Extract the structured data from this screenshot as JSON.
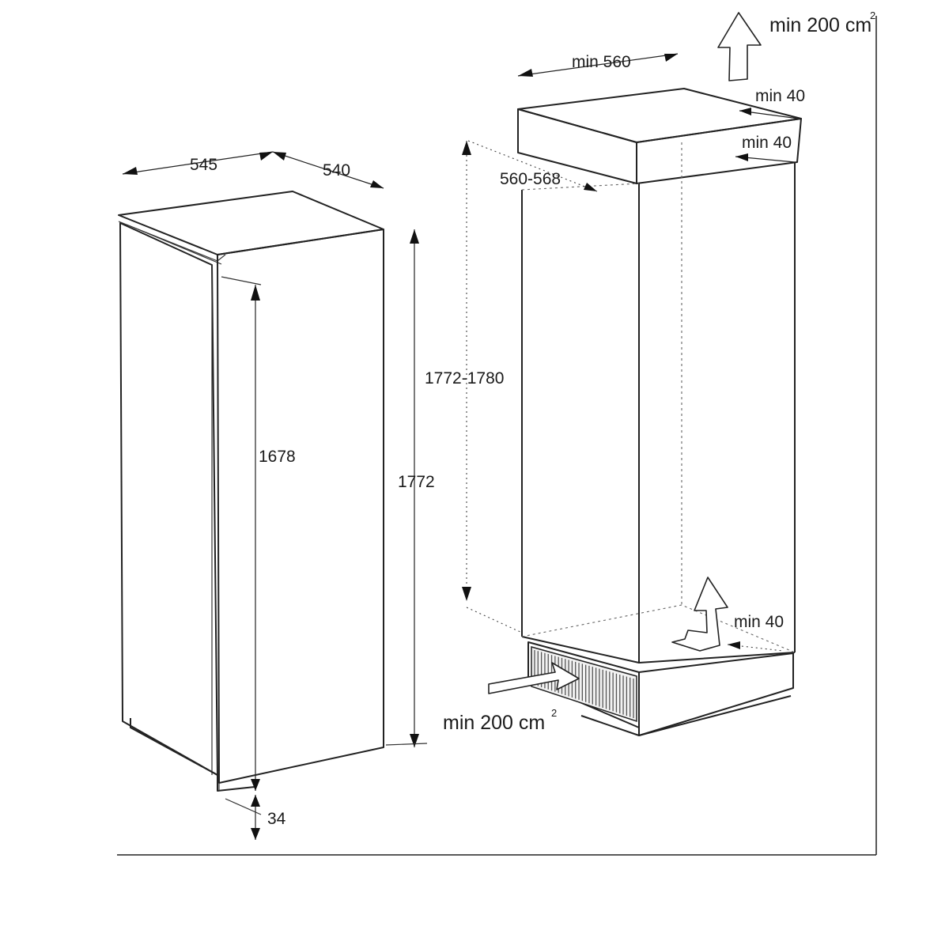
{
  "appliance": {
    "width": "545",
    "depth": "540",
    "door_height": "1678",
    "total_height": "1772",
    "plinth": "34"
  },
  "niche": {
    "width_min": "min 560",
    "depth": "560-568",
    "height": "1772-1780",
    "top_rear_gap": "min 40",
    "top_side_gap": "min 40",
    "bottom_gap": "min 40"
  },
  "ventilation": {
    "top_label": "min 200 cm",
    "top_sup": "2",
    "bottom_label": "min 200 cm",
    "bottom_sup": "2"
  }
}
